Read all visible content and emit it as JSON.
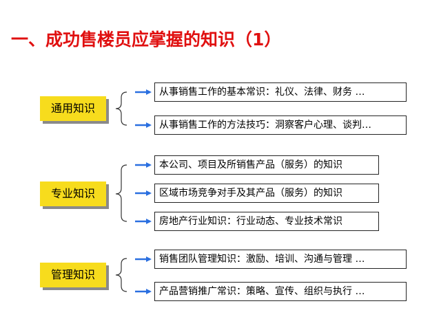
{
  "title": "一、成功售楼员应掌握的知识（1）",
  "colors": {
    "title": "#e01010",
    "category_fill": "#f7dc1d",
    "arrow": "#2a6fe0"
  },
  "groups": [
    {
      "label": "通用知识",
      "items": [
        "从事销售工作的基本常识：礼仪、法律、财务 …",
        "从事销售工作的方法技巧：洞察客户心理、谈判…"
      ]
    },
    {
      "label": "专业知识",
      "items": [
        "本公司、项目及所销售产品（服务）的知识",
        "区域市场竞争对手及其产品（服务）的知识",
        "房地产行业知识：行业动态、专业技术常识"
      ]
    },
    {
      "label": "管理知识",
      "items": [
        "销售团队管理知识：激励、培训、沟通与管理 …",
        "产品营销推广常识：策略、宣传、组织与执行 …"
      ]
    }
  ]
}
